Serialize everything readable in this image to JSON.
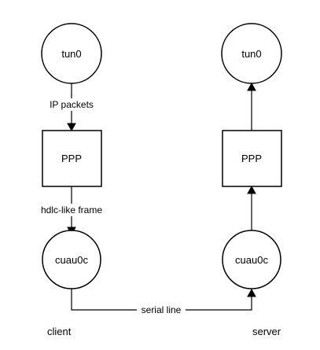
{
  "diagram": {
    "client": {
      "tun0": "tun0",
      "ppp": "PPP",
      "serial": "cuau0c",
      "label": "client",
      "edge_top": "IP packets",
      "edge_mid": "hdlc-like frame"
    },
    "server": {
      "tun0": "tun0",
      "ppp": "PPP",
      "serial": "cuau0c",
      "label": "server"
    },
    "link_label": "serial line"
  }
}
